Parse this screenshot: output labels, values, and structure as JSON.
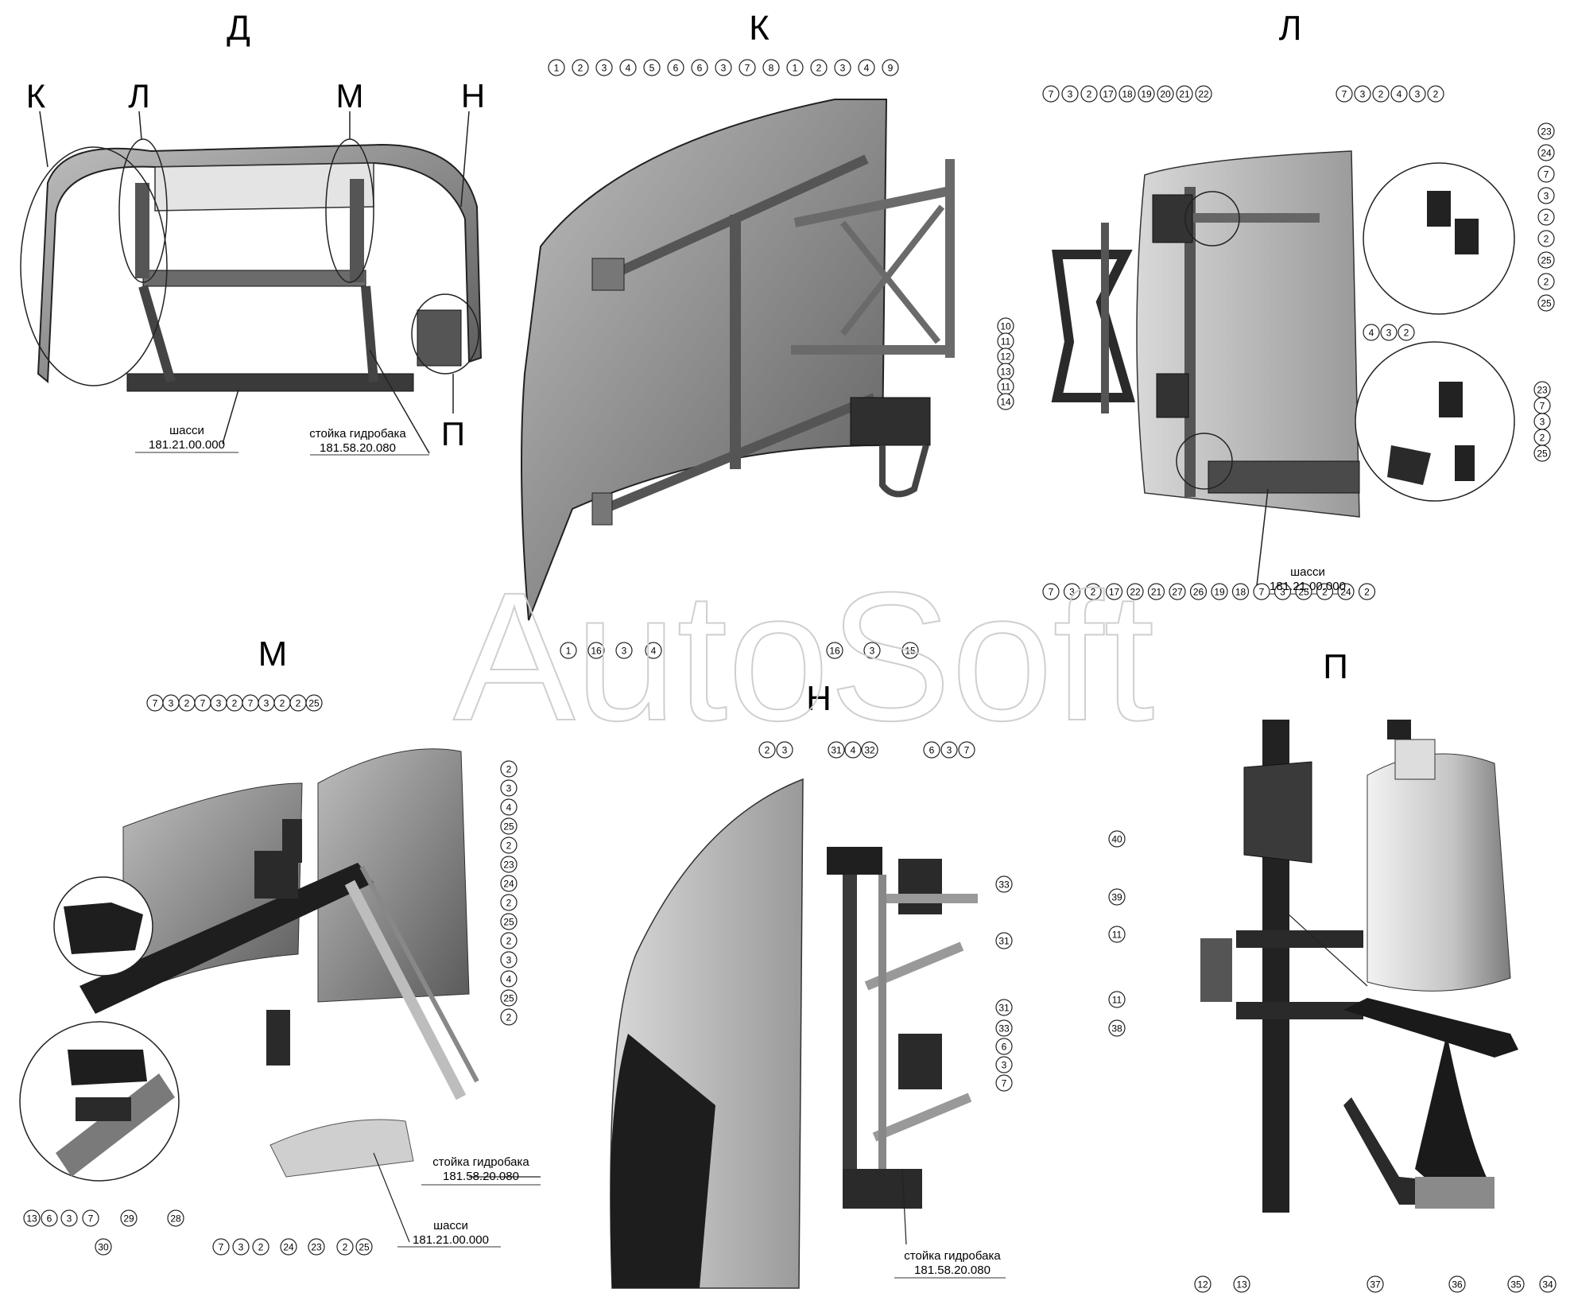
{
  "views": {
    "D": {
      "title": "Д",
      "letters": [
        "К",
        "Л",
        "М",
        "Н",
        "П"
      ],
      "ref_chassis": [
        "шасси",
        "181.21.00.000"
      ],
      "ref_tank_post": [
        "стойка гидробака",
        "181.58.20.080"
      ]
    },
    "K": {
      "title": "К",
      "callouts_top": [
        "1",
        "2",
        "3",
        "4",
        "5",
        "6",
        "6",
        "3",
        "7",
        "8",
        "1",
        "2",
        "3",
        "4",
        "9"
      ],
      "callouts_right": [
        "10",
        "11",
        "12",
        "13",
        "11",
        "14"
      ],
      "callouts_bottom": [
        "1",
        "16",
        "3",
        "4",
        "16",
        "3",
        "15"
      ]
    },
    "L": {
      "title": "Л",
      "callouts_top_left": [
        "7",
        "3",
        "2",
        "17",
        "18",
        "19",
        "20",
        "21",
        "22"
      ],
      "callouts_top_right": [
        "7",
        "3",
        "2",
        "4",
        "3",
        "2"
      ],
      "callouts_right_upper": [
        "23",
        "24",
        "7",
        "3",
        "2",
        "2",
        "25",
        "2",
        "25"
      ],
      "callouts_mid": [
        "4",
        "3",
        "2"
      ],
      "callouts_right_lower": [
        "23",
        "7",
        "3",
        "2",
        "25"
      ],
      "callouts_bottom": [
        "7",
        "3",
        "2",
        "17",
        "22",
        "21",
        "27",
        "26",
        "19",
        "18",
        "7",
        "3",
        "25",
        "2",
        "24",
        "2"
      ],
      "ref_chassis": [
        "шасси",
        "181.21.00.000"
      ]
    },
    "M": {
      "title": "М",
      "callouts_top": [
        "7",
        "3",
        "2",
        "7",
        "3",
        "2",
        "7",
        "3",
        "2",
        "2",
        "25"
      ],
      "callouts_right": [
        "2",
        "3",
        "4",
        "25",
        "2",
        "23",
        "24",
        "2",
        "25",
        "2",
        "3",
        "4",
        "25",
        "2"
      ],
      "callouts_bottom": [
        "13",
        "6",
        "3",
        "7",
        "29",
        "28",
        "7",
        "3",
        "2",
        "24",
        "23",
        "2",
        "25"
      ],
      "group_label": "30",
      "ref_tank_post": [
        "стойка гидробака",
        "181.58.20.080"
      ],
      "ref_chassis": [
        "шасси",
        "181.21.00.000"
      ]
    },
    "N": {
      "title": "Н",
      "callouts_top": [
        "2",
        "3",
        "31",
        "4",
        "32",
        "6",
        "3",
        "7"
      ],
      "callouts_right": [
        "33",
        "31",
        "31",
        "33",
        "6",
        "3",
        "7"
      ],
      "ref_tank_post": [
        "стойка гидробака",
        "181.58.20.080"
      ]
    },
    "P": {
      "title": "П",
      "callouts_left": [
        "40",
        "39",
        "11",
        "11",
        "38"
      ],
      "callouts_bottom": [
        "12",
        "13",
        "37",
        "36",
        "35",
        "34"
      ]
    }
  },
  "watermark": "AutoSoft"
}
